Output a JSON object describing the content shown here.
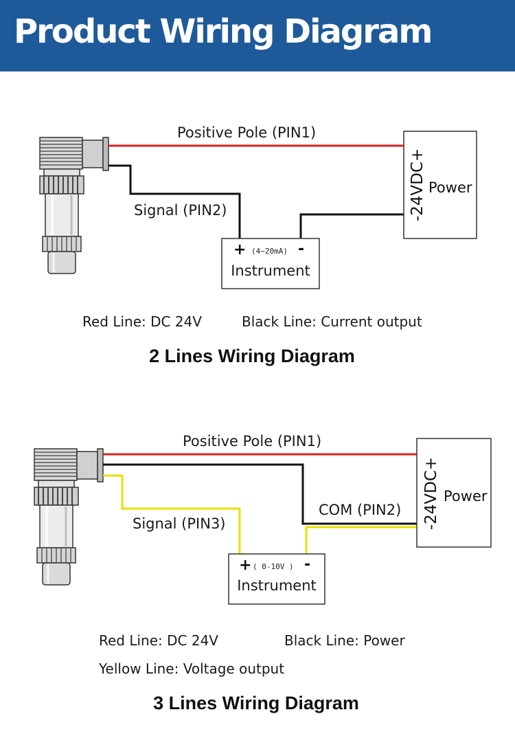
{
  "header": {
    "title": "Product Wiring Diagram"
  },
  "diagram1": {
    "positive_label": "Positive Pole  (PIN1)",
    "signal_label": "Signal  (PIN2)",
    "instrument_label": "Instrument",
    "instrument_range": "(4~20mA)",
    "plus_sign": "+",
    "minus_sign": "-",
    "power_label": "Power",
    "vdc_label": "-24VDC+",
    "note_red": "Red Line: DC 24V",
    "note_black": "Black Line: Current output",
    "title": "2 Lines Wiring Diagram"
  },
  "diagram2": {
    "positive_label": "Positive Pole  (PIN1)",
    "com_label": "COM  (PIN2)",
    "signal_label": "Signal  (PIN3)",
    "instrument_label": "Instrument",
    "instrument_range": "( 0-10V  )",
    "plus_sign": "+",
    "minus_sign": "-",
    "power_label": "Power",
    "vdc_label": "-24VDC+",
    "note_red": "Red Line:  DC 24V",
    "note_black": "Black Line: Power",
    "note_yellow": "Yellow Line: Voltage output",
    "title": "3 Lines Wiring Diagram"
  },
  "colors": {
    "header_bg": "#1e5a9a",
    "red_wire": "#e02020",
    "black_wire": "#111111",
    "yellow_wire": "#e8e000"
  },
  "icons": [
    "pressure-transmitter-icon"
  ]
}
